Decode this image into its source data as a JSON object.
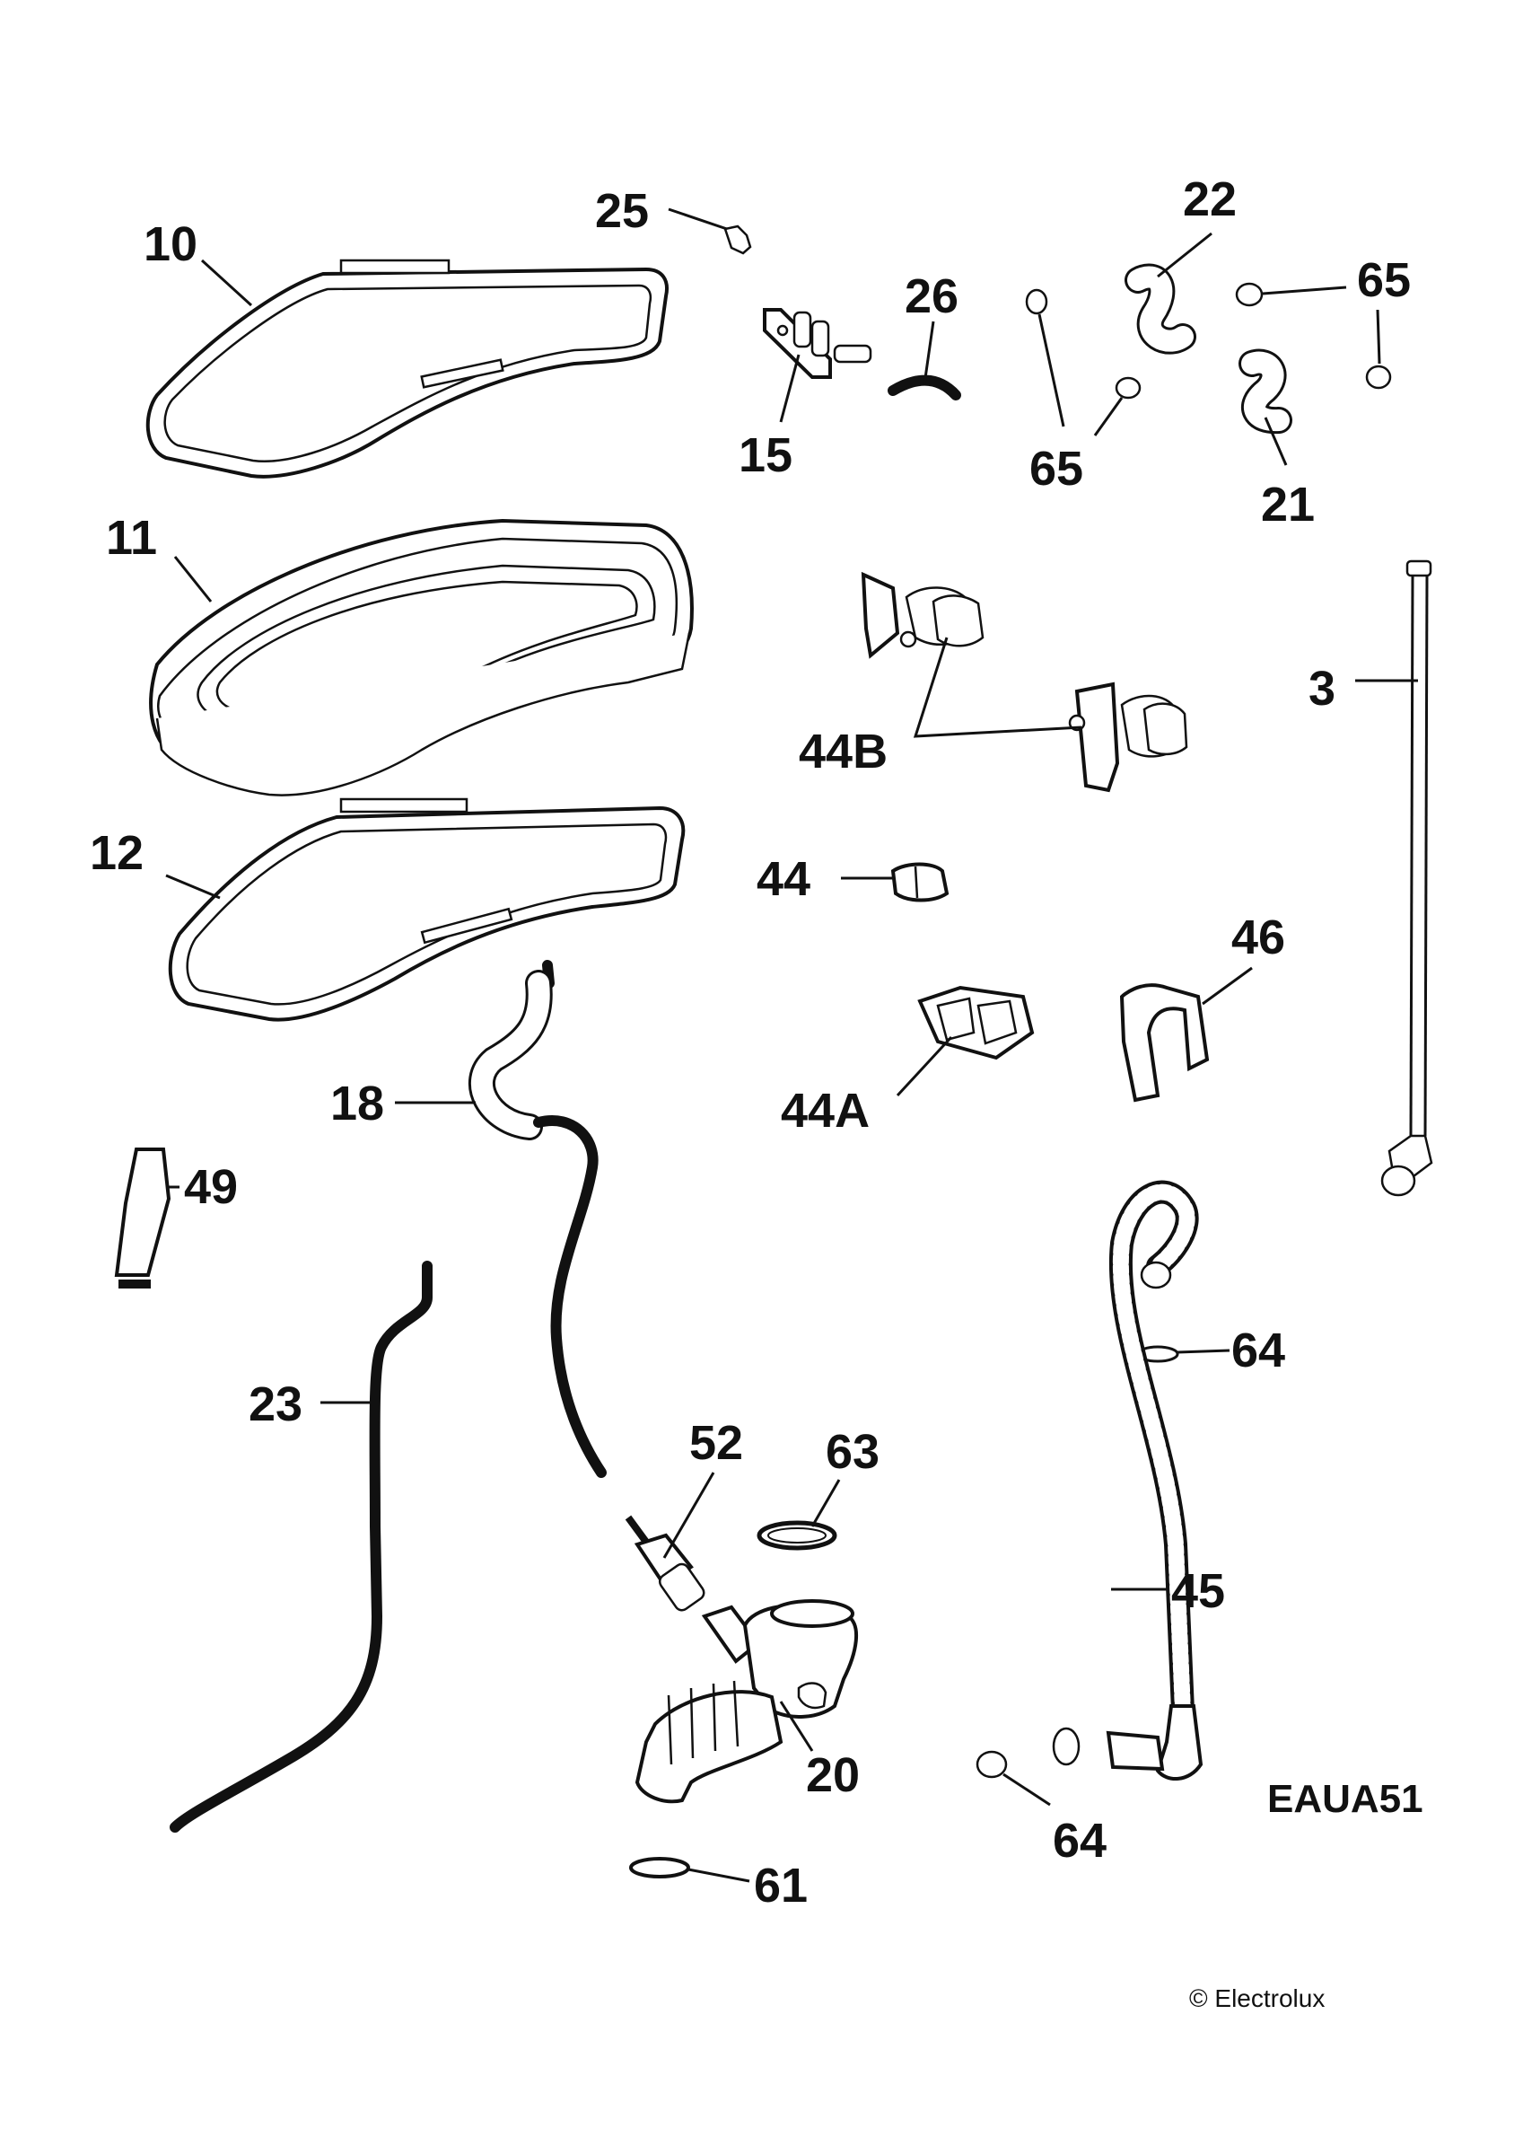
{
  "parts": [
    {
      "id": "p10",
      "label": "10"
    },
    {
      "id": "p11",
      "label": "11"
    },
    {
      "id": "p12",
      "label": "12"
    },
    {
      "id": "p25",
      "label": "25"
    },
    {
      "id": "p26",
      "label": "26"
    },
    {
      "id": "p15",
      "label": "15"
    },
    {
      "id": "p22",
      "label": "22"
    },
    {
      "id": "p65a",
      "label": "65"
    },
    {
      "id": "p65b",
      "label": "65"
    },
    {
      "id": "p21",
      "label": "21"
    },
    {
      "id": "p3",
      "label": "3"
    },
    {
      "id": "p44b",
      "label": "44B"
    },
    {
      "id": "p44",
      "label": "44"
    },
    {
      "id": "p46",
      "label": "46"
    },
    {
      "id": "p44a",
      "label": "44A"
    },
    {
      "id": "p18",
      "label": "18"
    },
    {
      "id": "p49",
      "label": "49"
    },
    {
      "id": "p23",
      "label": "23"
    },
    {
      "id": "p52",
      "label": "52"
    },
    {
      "id": "p63",
      "label": "63"
    },
    {
      "id": "p64a",
      "label": "64"
    },
    {
      "id": "p45",
      "label": "45"
    },
    {
      "id": "p20",
      "label": "20"
    },
    {
      "id": "p64b",
      "label": "64"
    },
    {
      "id": "p61",
      "label": "61"
    }
  ],
  "diagram_code": "EAUA51",
  "copyright": "© Electrolux"
}
